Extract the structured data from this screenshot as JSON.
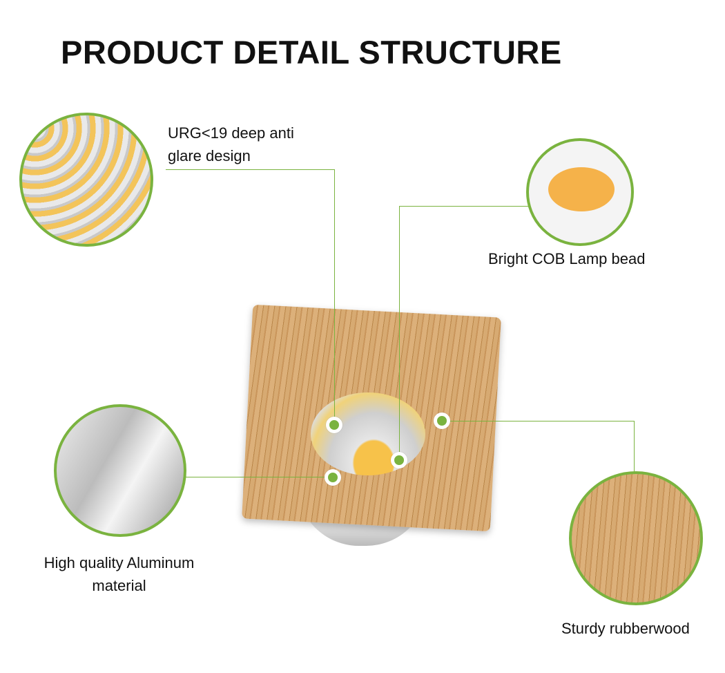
{
  "title": "PRODUCT DETAIL STRUCTURE",
  "features": [
    {
      "id": "anti-glare",
      "lines": [
        "URG<19 deep anti",
        "glare design"
      ]
    },
    {
      "id": "cob",
      "lines": [
        "Bright COB Lamp bead"
      ]
    },
    {
      "id": "aluminum",
      "lines": [
        "High quality Aluminum",
        "material"
      ]
    },
    {
      "id": "wood",
      "lines": [
        "Sturdy rubberwood"
      ]
    }
  ],
  "colors": {
    "accent": "#7ab33f"
  }
}
